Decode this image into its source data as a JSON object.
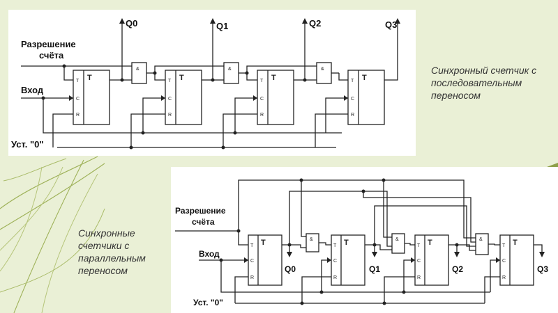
{
  "top_panel": {
    "enable_label_1": "Разрешение",
    "enable_label_2": "счёта",
    "input_label": "Вход",
    "reset_label": "Уст. \"0\"",
    "outputs": [
      "Q0",
      "Q1",
      "Q2",
      "Q3"
    ],
    "ff_label": "T",
    "pin_t": "T",
    "pin_c": "C",
    "pin_r": "R",
    "gate_label": "&"
  },
  "bottom_panel": {
    "enable_label_1": "Разрешение",
    "enable_label_2": "счёта",
    "input_label": "Вход",
    "reset_label": "Уст. \"0\"",
    "outputs": [
      "Q0",
      "Q1",
      "Q2",
      "Q3"
    ],
    "ff_label": "T",
    "pin_t": "T",
    "pin_c": "C",
    "pin_r": "R",
    "gate_label": "&"
  },
  "captions": {
    "top": "Синхронный счетчик с последовательным переносом",
    "bottom": "Синхронные счетчики с параллельным переносом"
  },
  "colors": {
    "slide_background": "#eaf0d6",
    "panel": "#ffffff",
    "line": "#222222",
    "decoration": "#8fa04a"
  }
}
